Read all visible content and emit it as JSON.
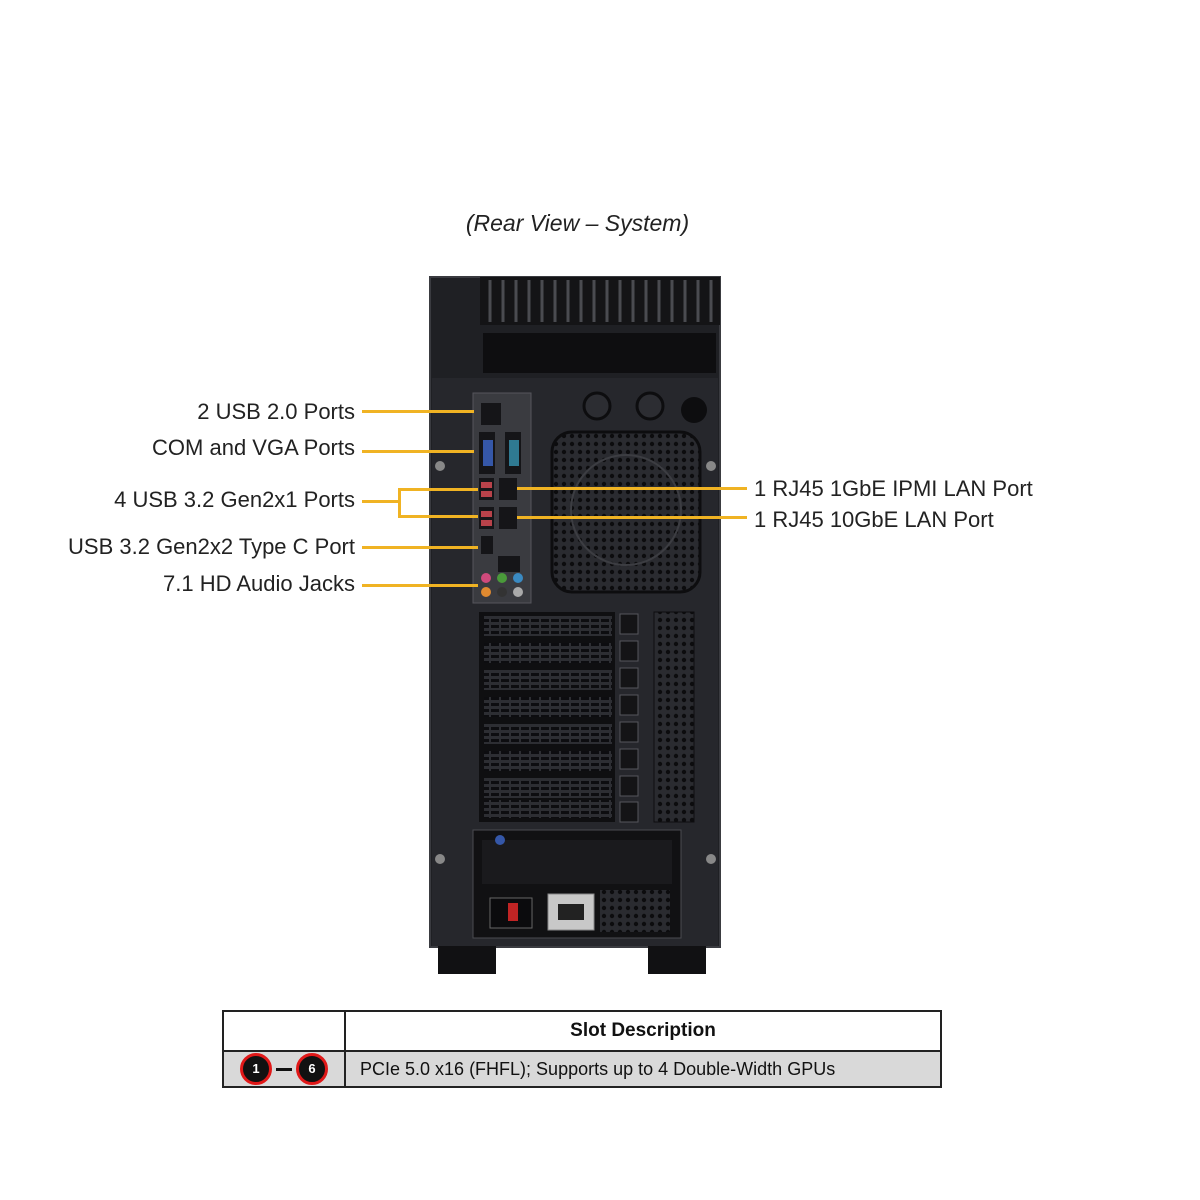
{
  "caption": "(Rear View – System)",
  "callouts_left": [
    {
      "id": "usb20",
      "label": "2 USB 2.0 Ports"
    },
    {
      "id": "com_vga",
      "label": "COM and VGA Ports"
    },
    {
      "id": "usb32_gen2x1",
      "label": "4 USB 3.2 Gen2x1  Ports"
    },
    {
      "id": "usb_typec",
      "label": "USB 3.2 Gen2x2  Type  C Port"
    },
    {
      "id": "audio",
      "label": "7.1 HD Audio Jacks"
    }
  ],
  "callouts_right": [
    {
      "id": "ipmi_lan",
      "label": "1 RJ45  1GbE IPMI  LAN Port"
    },
    {
      "id": "lan_10g",
      "label": "1 RJ45  10GbE LAN Port"
    }
  ],
  "table": {
    "header": "Slot Description",
    "rows": [
      {
        "start_badge": "1",
        "end_badge": "6",
        "description": "PCIe  5.0 x16 (FHFL);  Supports up to 4 Double-Width  GPUs"
      }
    ]
  },
  "colors": {
    "leader": "#f0b323",
    "badge_ring": "#e01818",
    "chassis": "#1f2024"
  }
}
